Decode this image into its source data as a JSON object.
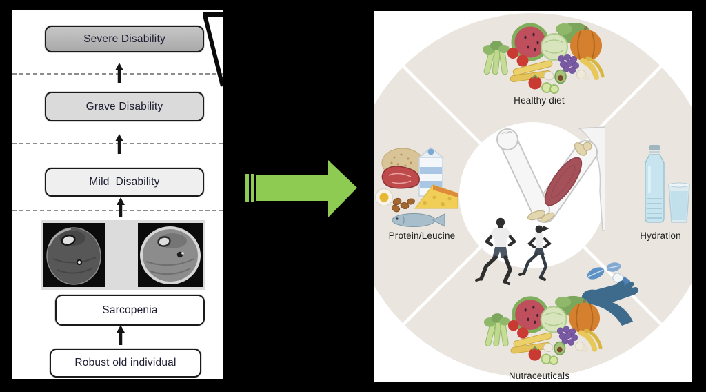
{
  "figure": {
    "left_panel": {
      "boxes": [
        {
          "label": "Severe Disability"
        },
        {
          "label": "Grave Disability"
        },
        {
          "label": "Mild  Disability"
        },
        {
          "label": "Sarcopenia"
        },
        {
          "label": "Robust old individual"
        }
      ],
      "mri_icons": [
        "leg-muscle-mri-scan-left",
        "leg-muscle-mri-scan-right"
      ],
      "box_fills": {
        "severe": "#b3b3b3",
        "grave": "#dadada",
        "mild": "#efefef",
        "sarcopenia": "#ffffff",
        "robust": "#ffffff"
      }
    },
    "transition_arrow": {
      "icon": "green-right-arrow",
      "color": "#8dcb52"
    },
    "right_panel": {
      "sector_labels": {
        "top": "Healthy diet",
        "left": "Protein/Leucine",
        "right": "Hydration",
        "bottom": "Nutraceuticals"
      },
      "sector_icons": [
        "fruits-vegetables-pile",
        "protein-foods",
        "water-bottle-glass",
        "hand-with-pills"
      ],
      "center_icons": [
        "flexed-arm-biceps",
        "two-runners"
      ],
      "ring_color": "#eae6df"
    },
    "colors": {
      "background": "#000000",
      "panel": "#ffffff",
      "dashed_line": "#8d8d8d",
      "hand_blue": "#3e6a8c"
    }
  }
}
